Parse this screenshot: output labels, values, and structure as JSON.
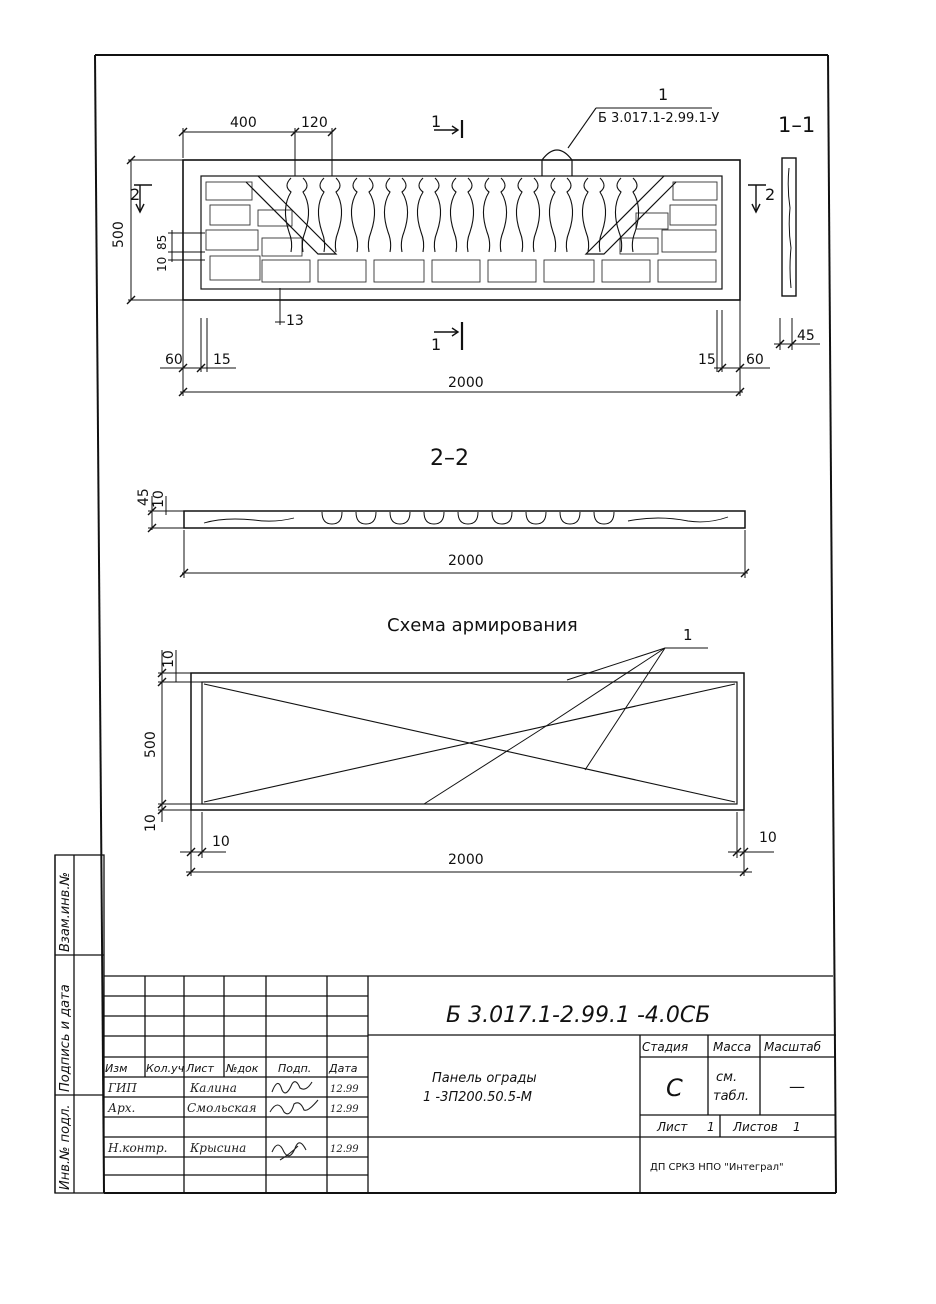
{
  "view_1": {
    "dims": {
      "d400": "400",
      "d120": "120",
      "d500": "500",
      "d10": "10",
      "d85": "85",
      "d13": "13",
      "d60_left": "60",
      "d15_left": "15",
      "d15_right": "15",
      "d60_right": "60",
      "d45": "45",
      "d2000": "2000"
    },
    "callout_number": "1",
    "callout_code": "Б 3.017.1-2.99.1-У",
    "section_1_label": "1",
    "section_2_label": "2",
    "section_view_title": "1–1"
  },
  "view_2": {
    "title": "2–2",
    "dims": {
      "d45": "45",
      "d10": "10",
      "d2000": "2000"
    }
  },
  "view_3": {
    "title": "Схема армирования",
    "callout_number": "1",
    "dims": {
      "d10_top": "10",
      "d500": "500",
      "d10_bottom": "10",
      "d10_left": "10",
      "d10_right": "10",
      "d2000": "2000"
    }
  },
  "side_stamp": {
    "col_1": "Инв.№ подл.",
    "col_2": "Подпись и дата",
    "col_3": "Взам.инв.№"
  },
  "title_block": {
    "document_code": "Б 3.017.1-2.99.1 -4.0СБ",
    "product_name_line1": "Панель ограды",
    "product_name_line2": "1 -3П200.50.5-М",
    "stage_header": "Стадия",
    "mass_header": "Масса",
    "scale_header": "Масштаб",
    "stage_value": "С",
    "mass_value_line1": "см.",
    "mass_value_line2": "табл.",
    "scale_value": "—",
    "sheet_label": "Лист",
    "sheet_value": "1",
    "sheets_label": "Листов",
    "sheets_value": "1",
    "organization": "ДП СРКЗ НПО \"Интеграл\"",
    "column_headers": [
      "Изм",
      "Кол.уч",
      "Лист",
      "№док",
      "Подп.",
      "Дата"
    ],
    "rows": [
      {
        "role": "ГИП",
        "name": "Калина",
        "date": "12.99"
      },
      {
        "role": "Арх.",
        "name": "Смольская",
        "date": "12.99"
      },
      {
        "role": "Н.контр.",
        "name": "Крысина",
        "date": "12.99"
      }
    ]
  }
}
